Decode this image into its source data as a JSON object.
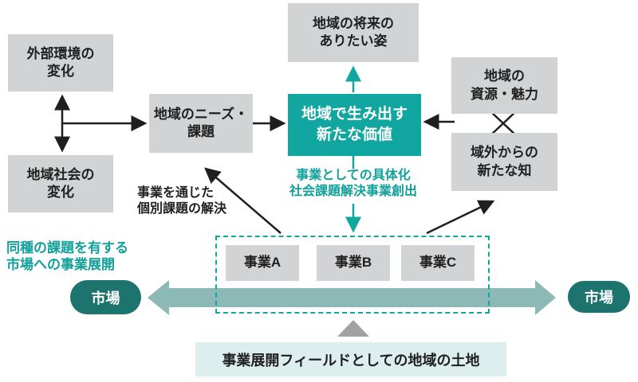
{
  "colors": {
    "accent_teal": "#12a6a0",
    "dark_teal_pill": "#1d736d",
    "muted_teal_arrow": "#8cb9b6",
    "light_teal_panel": "#dceeed",
    "box_gray": "#d2d3d4",
    "triangle_gray": "#a2a2a2",
    "text_black": "#1f1f1f"
  },
  "boxes": {
    "external_environment": "外部環境の\n変化",
    "community_change": "地域社会の\n変化",
    "needs_issues": "地域のニーズ・\n課題",
    "future_vision": "地域の将来の\nありたい姿",
    "new_value": "地域で生み出す\n新たな価値",
    "resources_appeal": "地域の\n資源・魅力",
    "outside_knowledge": "域外からの\n新たな知",
    "business_a": "事業A",
    "business_b": "事業B",
    "business_c": "事業C",
    "land_field": "事業展開フィールドとしての地域の土地"
  },
  "annotations": {
    "individual_issue_solving": "事業を通じた\n個別課題の解決",
    "business_concretization": "事業としての具体化\n社会課題解決事業創出",
    "market_expansion": "同種の課題を有する\n市場への事業展開"
  },
  "markets": {
    "left": "市場",
    "right": "市場"
  }
}
